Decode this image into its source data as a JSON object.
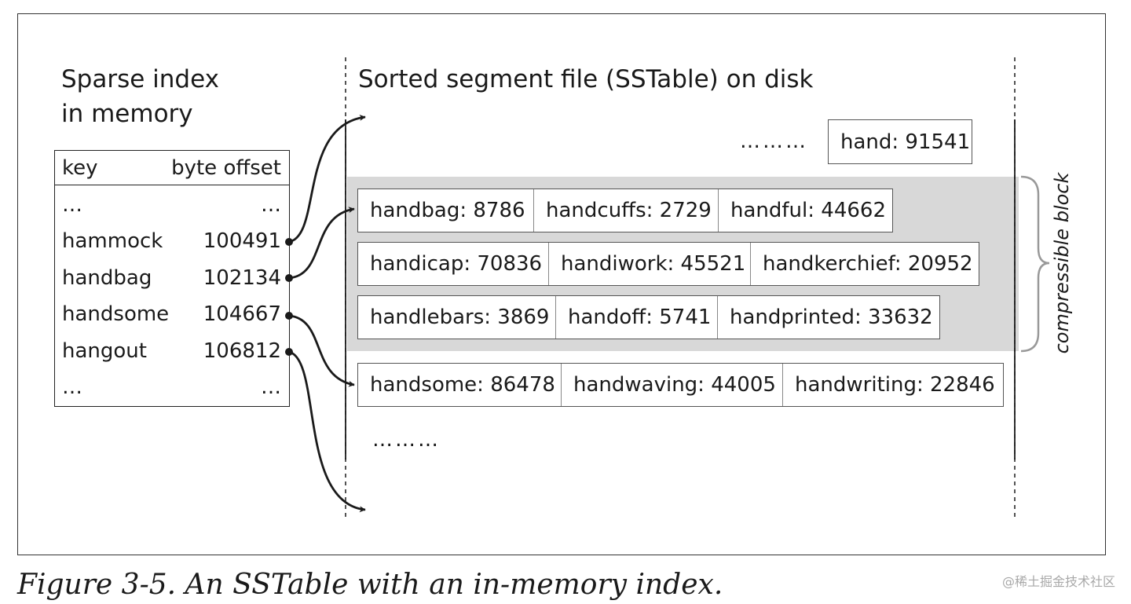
{
  "headings": {
    "sparse_index": [
      "Sparse index",
      "in memory"
    ],
    "sstable": "Sorted segment file (SSTable) on disk"
  },
  "index_table": {
    "col_key": "key",
    "col_offset": "byte offset",
    "rows": [
      {
        "key": "…",
        "offset": "…"
      },
      {
        "key": "hammock",
        "offset": "100491"
      },
      {
        "key": "handbag",
        "offset": "102134"
      },
      {
        "key": "handsome",
        "offset": "104667"
      },
      {
        "key": "hangout",
        "offset": "106812"
      },
      {
        "key": "…",
        "offset": "…"
      }
    ]
  },
  "segment": {
    "top_dots": "………",
    "top_entry": "hand: 91541",
    "block_rows": [
      [
        "handbag: 8786",
        "handcuffs: 2729",
        "handful: 44662"
      ],
      [
        "handicap: 70836",
        "handiwork: 45521",
        "handkerchief: 20952"
      ],
      [
        "handlebars: 3869",
        "handoff: 5741",
        "handprinted: 33632"
      ]
    ],
    "after_row": [
      "handsome: 86478",
      "handwaving: 44005",
      "handwriting: 22846"
    ],
    "bottom_dots": "………"
  },
  "block_label": "compressible block",
  "caption": "Figure 3-5. An SSTable with an in-memory index.",
  "watermark": "@稀土掘金技术社区",
  "colors": {
    "block_fill": "#d8d8d8",
    "line": "#1a1a1a",
    "frame": "#333333"
  }
}
